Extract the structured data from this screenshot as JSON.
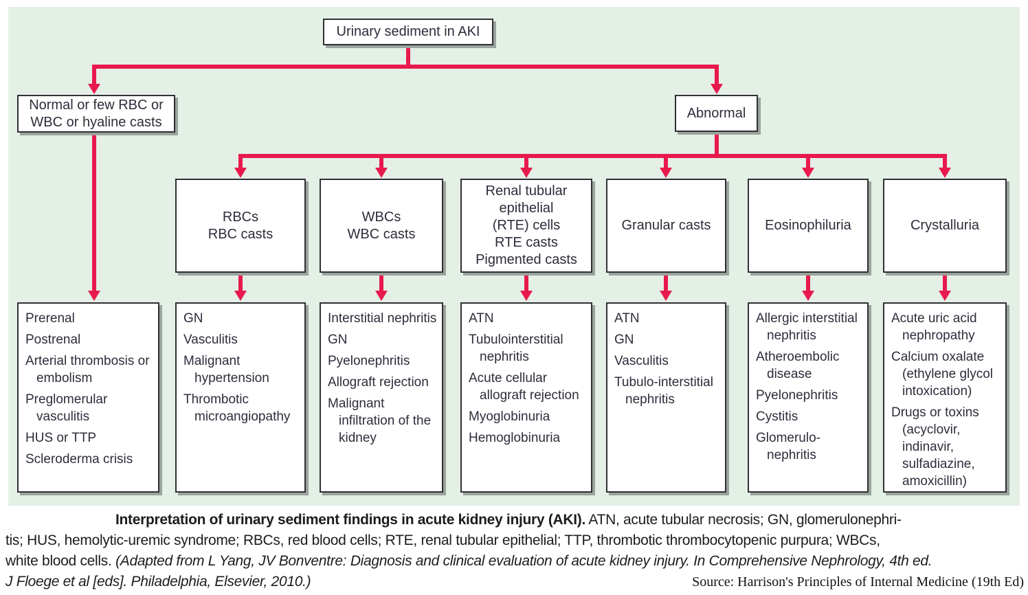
{
  "figure": {
    "root": {
      "label": "Urinary sediment in AKI"
    },
    "branch_left": {
      "label": "Normal or few RBC or WBC or hyaline casts"
    },
    "branch_right": {
      "label": "Abnormal"
    },
    "categories": [
      {
        "label": "RBCs\nRBC casts"
      },
      {
        "label": "WBCs\nWBC casts"
      },
      {
        "label": "Renal tubular\nepithelial\n(RTE) cells\nRTE casts\nPigmented casts"
      },
      {
        "label": "Granular casts"
      },
      {
        "label": "Eosinophiluria"
      },
      {
        "label": "Crystalluria"
      }
    ],
    "leaves": [
      {
        "items": [
          "Prerenal",
          "Postrenal",
          "Arterial thrombosis or embolism",
          "Preglomerular vasculitis",
          "HUS or TTP",
          "Scleroderma crisis"
        ]
      },
      {
        "items": [
          "GN",
          "Vasculitis",
          "Malignant hypertension",
          "Thrombotic microangiopathy"
        ]
      },
      {
        "items": [
          "Interstitial nephritis",
          "GN",
          "Pyelonephritis",
          "Allograft rejection",
          "Malignant infiltration of the kidney"
        ]
      },
      {
        "items": [
          "ATN",
          "Tubulointerstitial nephritis",
          "Acute cellular allograft rejection",
          "Myoglobinuria",
          "Hemoglobinuria"
        ]
      },
      {
        "items": [
          "ATN",
          "GN",
          "Vasculitis",
          "Tubulo-interstitial nephritis"
        ]
      },
      {
        "items": [
          "Allergic interstitial nephritis",
          "Atheroembolic disease",
          "Pyelonephritis",
          "Cystitis",
          "Glomerulo-nephritis"
        ]
      },
      {
        "items": [
          "Acute uric acid nephropathy",
          "Calcium oxalate (ethylene glycol intoxication)",
          "Drugs or toxins (acyclovir, indinavir, sulfadiazine, amoxicillin)"
        ]
      }
    ]
  },
  "caption": {
    "line1_bold": "Interpretation of urinary sediment findings in acute kidney injury (AKI).",
    "line1_rest": " ATN, acute tubular necrosis; GN, glomerulonephri-",
    "line2": "tis; HUS, hemolytic-uremic syndrome; RBCs, red blood cells; RTE, renal tubular epithelial; TTP, thrombotic thrombocytopenic purpura; WBCs,",
    "line3_plain": "white blood cells. ",
    "line3_italic": "(Adapted from L Yang, JV Bonventre: Diagnosis and clinical evaluation of acute kidney injury. In Comprehensive Nephrology, 4th ed.",
    "line4_italic": "J Floege et al [eds]. Philadelphia, Elsevier, 2010.)",
    "source": "Source: Harrison's Principles of Internal Medicine (19th Ed)"
  },
  "colors": {
    "panel_green": "#e4efe6",
    "arrow_red": "#e81a4d",
    "box_border": "#2f2f34",
    "box_shadow_gray": "#9aa39c"
  }
}
